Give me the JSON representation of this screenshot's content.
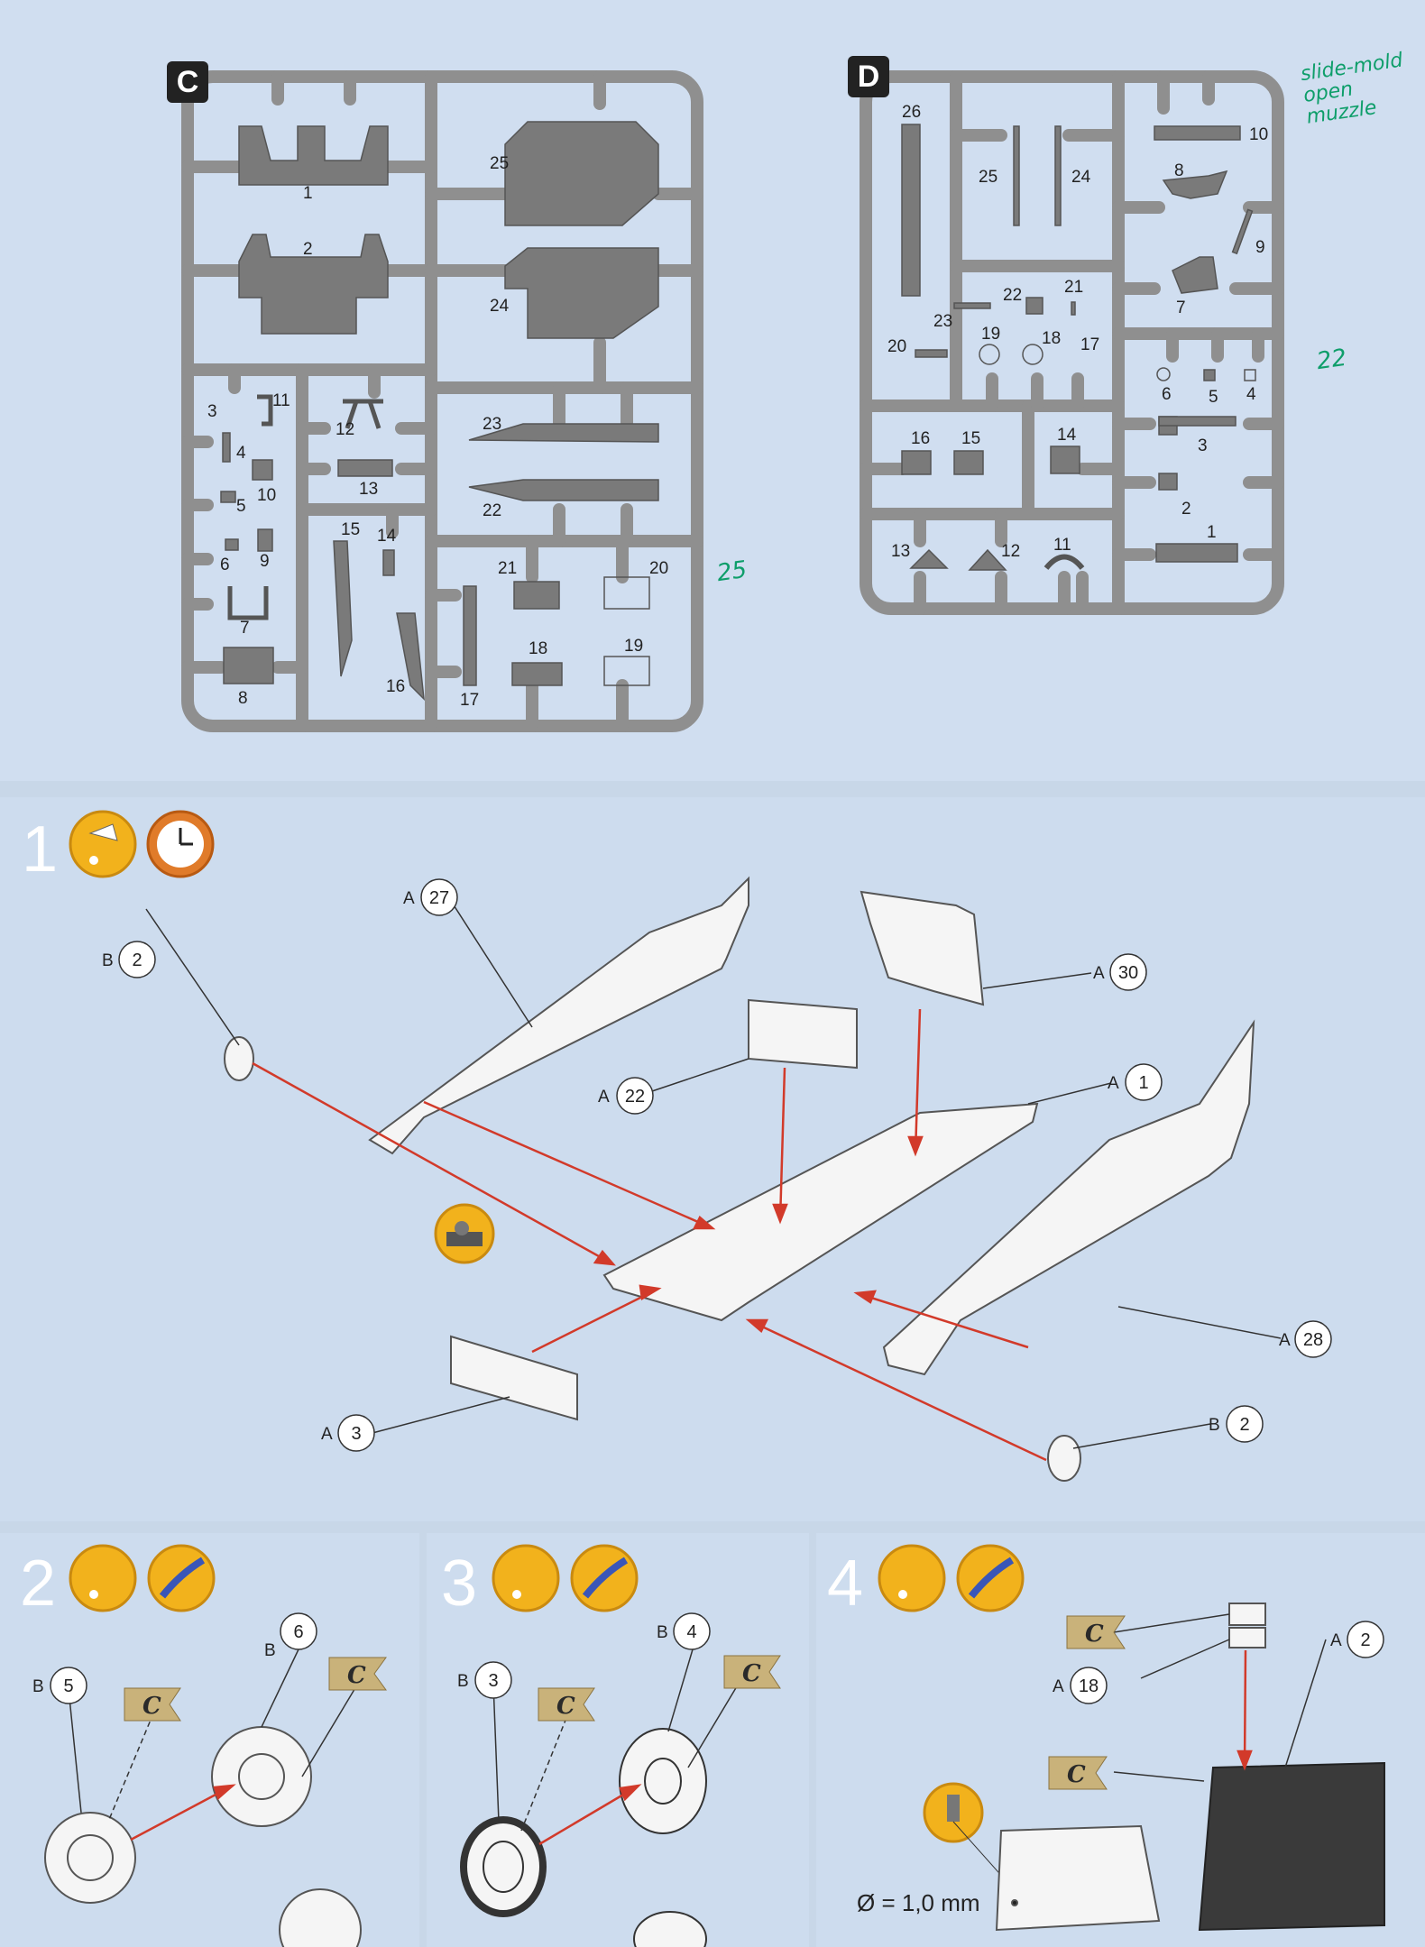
{
  "sprue_c": {
    "badge": "C",
    "parts": [
      "1",
      "2",
      "3",
      "4",
      "5",
      "6",
      "7",
      "8",
      "9",
      "10",
      "11",
      "12",
      "13",
      "14",
      "15",
      "16",
      "17",
      "18",
      "19",
      "20",
      "21",
      "22",
      "23",
      "24",
      "25"
    ]
  },
  "sprue_d": {
    "badge": "D",
    "parts": [
      "1",
      "2",
      "3",
      "4",
      "5",
      "6",
      "7",
      "8",
      "9",
      "10",
      "11",
      "12",
      "13",
      "14",
      "15",
      "16",
      "17",
      "18",
      "19",
      "20",
      "21",
      "22",
      "23",
      "24",
      "25",
      "26"
    ]
  },
  "notes": {
    "slide_mold": "slide-mold\nopen\nmuzzle",
    "c25": "25",
    "d22": "22"
  },
  "steps": [
    {
      "number": "1",
      "callouts": [
        {
          "letter": "A",
          "num": "27"
        },
        {
          "letter": "B",
          "num": "2"
        },
        {
          "letter": "A",
          "num": "30"
        },
        {
          "letter": "A",
          "num": "22"
        },
        {
          "letter": "A",
          "num": "1"
        },
        {
          "letter": "A",
          "num": "28"
        },
        {
          "letter": "A",
          "num": "3"
        },
        {
          "letter": "B",
          "num": "2"
        }
      ]
    },
    {
      "number": "2",
      "callouts": [
        {
          "letter": "B",
          "num": "6"
        },
        {
          "letter": "B",
          "num": "5"
        }
      ],
      "flags": [
        "C",
        "C"
      ]
    },
    {
      "number": "3",
      "callouts": [
        {
          "letter": "B",
          "num": "4"
        },
        {
          "letter": "B",
          "num": "3"
        }
      ],
      "flags": [
        "C",
        "C"
      ]
    },
    {
      "number": "4",
      "callouts": [
        {
          "letter": "A",
          "num": "2"
        },
        {
          "letter": "A",
          "num": "18"
        }
      ],
      "flags": [
        "C",
        "C"
      ],
      "drill": "Ø = 1,0 mm"
    }
  ],
  "icons": [
    "glue-icon",
    "clock-icon",
    "paint-brush-icon",
    "tape-icon",
    "drill-icon"
  ],
  "colors": {
    "panel": "#cddcee",
    "sprue": "#8f8f8f",
    "arrow": "#d23a2a",
    "flag": "#c9b27a",
    "glue": "#f2b21c"
  }
}
